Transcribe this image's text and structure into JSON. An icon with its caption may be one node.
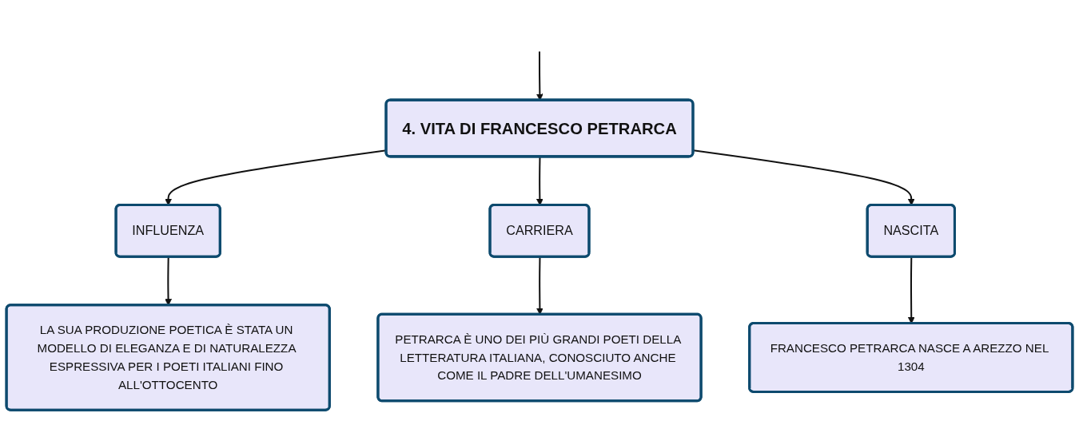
{
  "diagram": {
    "nodes": [
      {
        "text": [
          "4. VITA DI FRANCESCO PETRARCA"
        ]
      },
      {
        "text": [
          "INFLUENZA"
        ]
      },
      {
        "text": [
          "CARRIERA"
        ]
      },
      {
        "text": [
          "NASCITA"
        ]
      },
      {
        "text": [
          "LA SUA PRODUZIONE POETICA È STATA UN MODELLO DI ELEGANZA E DI NATURALEZZA ESPRESSIVA PER I POETI ITALIANI FINO ALL'OTTOCENTO"
        ]
      },
      {
        "text": [
          "PETRARCA È UNO DEI PIÙ GRANDI POETI DELLA LETTERATURA ITALIANA, CONOSCIUTO ANCHE COME IL PADRE DELL'UMANESIMO"
        ]
      },
      {
        "text": [
          "FRANCESCO PETRARCA NASCE A AREZZO NEL 1304"
        ]
      }
    ],
    "edges": [
      {
        "from": null,
        "to": 0,
        "arrow": "to"
      },
      {
        "from": 0,
        "to": 1,
        "arrow": "to"
      },
      {
        "from": 0,
        "to": 2,
        "arrow": "to"
      },
      {
        "from": 0,
        "to": 3,
        "arrow": "to"
      },
      {
        "from": 1,
        "to": 4,
        "arrow": "to"
      },
      {
        "from": 2,
        "to": 5,
        "arrow": "to"
      },
      {
        "from": 3,
        "to": 6,
        "arrow": "to"
      }
    ]
  }
}
